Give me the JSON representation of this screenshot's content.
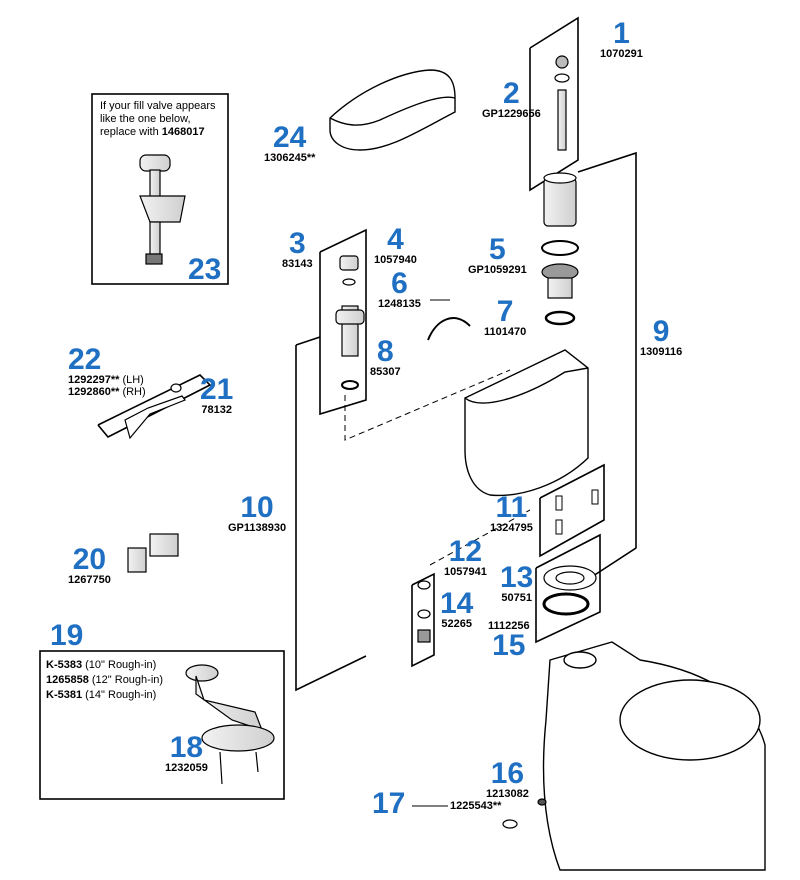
{
  "callouts": [
    {
      "id": "1",
      "part": "1070291"
    },
    {
      "id": "2",
      "part": "GP1229656"
    },
    {
      "id": "3",
      "part": "83143"
    },
    {
      "id": "4",
      "part": "1057940"
    },
    {
      "id": "5",
      "part": "GP1059291"
    },
    {
      "id": "6",
      "part": "1248135"
    },
    {
      "id": "7",
      "part": "1101470"
    },
    {
      "id": "8",
      "part": "85307"
    },
    {
      "id": "9",
      "part": "1309116"
    },
    {
      "id": "10",
      "part": "GP1138930"
    },
    {
      "id": "11",
      "part": "1324795"
    },
    {
      "id": "12",
      "part": "1057941"
    },
    {
      "id": "13",
      "part": "50751"
    },
    {
      "id": "14",
      "part": "52265"
    },
    {
      "id": "15",
      "part": "1112256"
    },
    {
      "id": "16",
      "part": "1213082"
    },
    {
      "id": "17",
      "part": "1225543**"
    },
    {
      "id": "18",
      "part": "1232059"
    },
    {
      "id": "19",
      "part": ""
    },
    {
      "id": "20",
      "part": "1267750"
    },
    {
      "id": "21",
      "part": "78132"
    },
    {
      "id": "22",
      "part": "1292297**",
      "note": "(LH)",
      "part_b": "1292860**",
      "note_b": "(RH)"
    },
    {
      "id": "23",
      "part": ""
    },
    {
      "id": "24",
      "part": "1306245**"
    }
  ],
  "fill_valve_box": {
    "line1": "If your fill valve appears",
    "line2": "like the one below,",
    "line3": "replace with ",
    "part": "1468017"
  },
  "rough_in_box": {
    "rows": [
      {
        "part": "K-5383",
        "desc": "(10\" Rough-in)"
      },
      {
        "part": "1265858",
        "desc": "(12\" Rough-in)"
      },
      {
        "part": "K-5381",
        "desc": "(14\" Rough-in)"
      }
    ]
  },
  "colors": {
    "callout": "#1f6fc2",
    "line": "#000000",
    "part_fill": "#ffffff",
    "shade": "#d9d9d9"
  }
}
